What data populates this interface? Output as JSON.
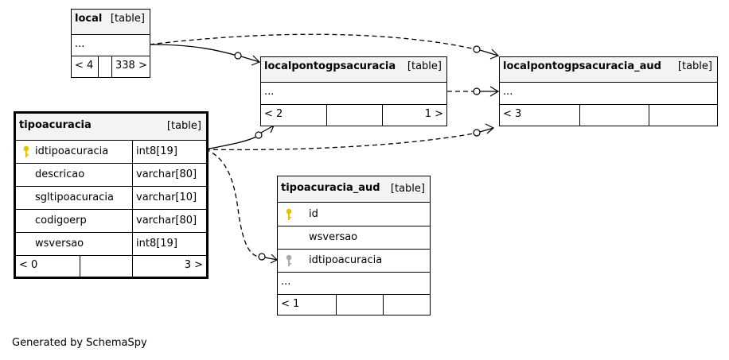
{
  "tables": {
    "local": {
      "name": "local",
      "type": "[table]",
      "ellipsis": "...",
      "footer": [
        "< 4",
        "",
        "338 >"
      ]
    },
    "localpontogpsacuracia": {
      "name": "localpontogpsacuracia",
      "type": "[table]",
      "ellipsis": "...",
      "footer": [
        "< 2",
        "",
        "1 >"
      ]
    },
    "localpontogpsacuracia_aud": {
      "name": "localpontogpsacuracia_aud",
      "type": "[table]",
      "ellipsis": "...",
      "footer": [
        "< 3",
        "",
        ""
      ]
    },
    "tipoacuracia": {
      "name": "tipoacuracia",
      "type": "[table]",
      "columns": [
        {
          "name": "idtipoacuracia",
          "type": "int8[19]"
        },
        {
          "name": "descricao",
          "type": "varchar[80]"
        },
        {
          "name": "sgltipoacuracia",
          "type": "varchar[10]"
        },
        {
          "name": "codigoerp",
          "type": "varchar[80]"
        },
        {
          "name": "wsversao",
          "type": "int8[19]"
        }
      ],
      "footer": [
        "< 0",
        "",
        "3 >"
      ]
    },
    "tipoacuracia_aud": {
      "name": "tipoacuracia_aud",
      "type": "[table]",
      "columns": [
        {
          "name": "id"
        },
        {
          "name": "wsversao"
        },
        {
          "name": "idtipoacuracia"
        }
      ],
      "ellipsis": "...",
      "footer": [
        "< 1",
        "",
        ""
      ]
    }
  },
  "colors": {
    "primary_key": "#e6c200",
    "foreign_key": "#aaaaaa",
    "header_bg": "#f3f3f3"
  },
  "footer_text": "Generated by SchemaSpy"
}
